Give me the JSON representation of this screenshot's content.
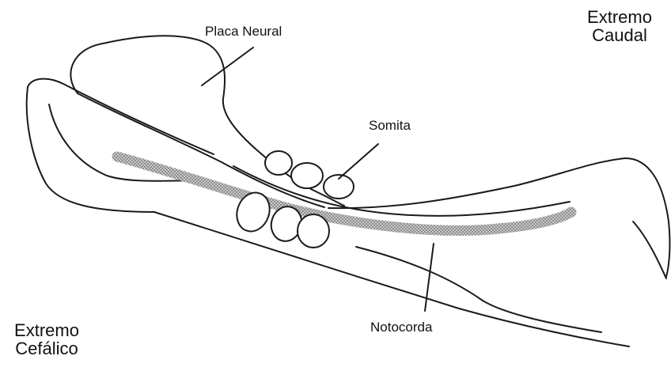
{
  "labels": {
    "placa_neural": "Placa Neural",
    "somita": "Somita",
    "notocorda": "Notocorda",
    "extremo_caudal": [
      "Extremo",
      "Caudal"
    ],
    "extremo_cefalico": [
      "Extremo",
      "Cefálico"
    ]
  },
  "colors": {
    "line": "#1a1a1a",
    "notochord_fill": "#9a9a9a",
    "background": "#ffffff"
  }
}
